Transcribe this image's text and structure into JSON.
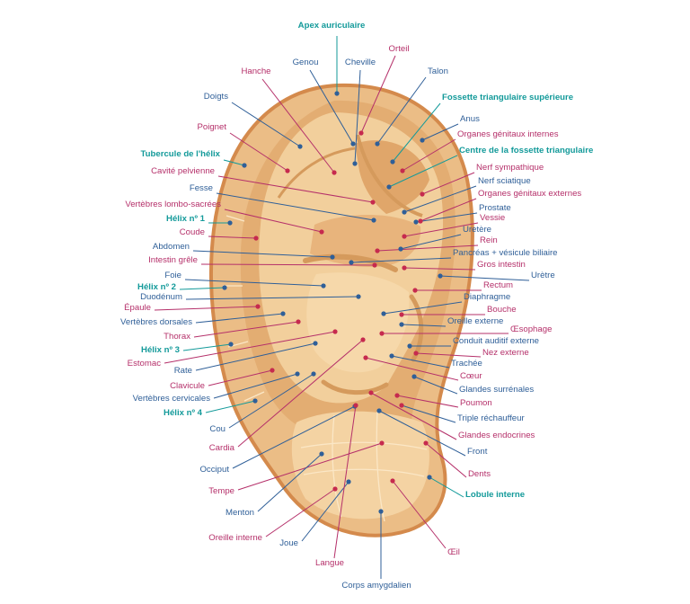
{
  "colors": {
    "magenta": "#b5306a",
    "blue": "#2f5f98",
    "teal": "#139a9a",
    "dot_red": "#c62a4e",
    "dot_blue": "#2f5f98",
    "skin_outer": "#ebbd86",
    "skin_mid": "#f2cf9c",
    "skin_light": "#fae0b8",
    "ridge": "#d59a5c",
    "outline": "#d48a4c"
  },
  "labels": {
    "apex_auriculaire": "Apex auriculaire",
    "orteil": "Orteil",
    "genou": "Genou",
    "cheville": "Cheville",
    "hanche": "Hanche",
    "talon": "Talon",
    "doigts": "Doigts",
    "fossette_sup": "Fossette triangulaire supérieure",
    "anus": "Anus",
    "poignet": "Poignet",
    "organes_gen_int": "Organes génitaux internes",
    "tubercule": "Tubercule de l'hélix",
    "centre_fossette": "Centre de la fossette triangulaire",
    "nerf_sympathique": "Nerf sympathique",
    "cavite": "Cavité pelvienne",
    "nerf_sciatique": "Nerf sciatique",
    "fesse": "Fesse",
    "organes_gen_ext": "Organes génitaux externes",
    "vertebres_lombo": "Vertèbres lombo-sacrées",
    "prostate": "Prostate",
    "helix1": "Hélix nº 1",
    "vessie": "Vessie",
    "coude": "Coude",
    "uretere": "Uretère",
    "rein": "Rein",
    "abdomen": "Abdomen",
    "pancreas": "Pancréas + vésicule biliaire",
    "intestin_grele": "Intestin grêle",
    "gros_intestin": "Gros intestin",
    "foie": "Foie",
    "uretre": "Urètre",
    "helix2": "Hélix nº 2",
    "rectum": "Rectum",
    "duodenum": "Duodénum",
    "diaphragme": "Diaphragme",
    "epaule": "Épaule",
    "bouche": "Bouche",
    "vertebres_dorsales": "Vertèbres dorsales",
    "oreille_externe": "Oreille externe",
    "oesophage": "Œsophage",
    "thorax": "Thorax",
    "conduit": "Conduit auditif externe",
    "helix3": "Hélix nº 3",
    "nez_externe": "Nez externe",
    "estomac": "Estomac",
    "trachee": "Trachée",
    "rate": "Rate",
    "coeur": "Cœur",
    "clavicule": "Clavicule",
    "glandes_surrenales": "Glandes surrénales",
    "vertebres_cervicales": "Vertèbres cervicales",
    "poumon": "Poumon",
    "helix4": "Hélix nº 4",
    "triple": "Triple réchauffeur",
    "cou": "Cou",
    "glandes_endocrines": "Glandes endocrines",
    "cardia": "Cardia",
    "front": "Front",
    "occiput": "Occiput",
    "dents": "Dents",
    "tempe": "Tempe",
    "lobule": "Lobule interne",
    "menton": "Menton",
    "oreille_interne": "Oreille interne",
    "joue": "Joue",
    "oeil": "Œil",
    "langue": "Langue",
    "corps_amygdalien": "Corps amygdalien"
  }
}
